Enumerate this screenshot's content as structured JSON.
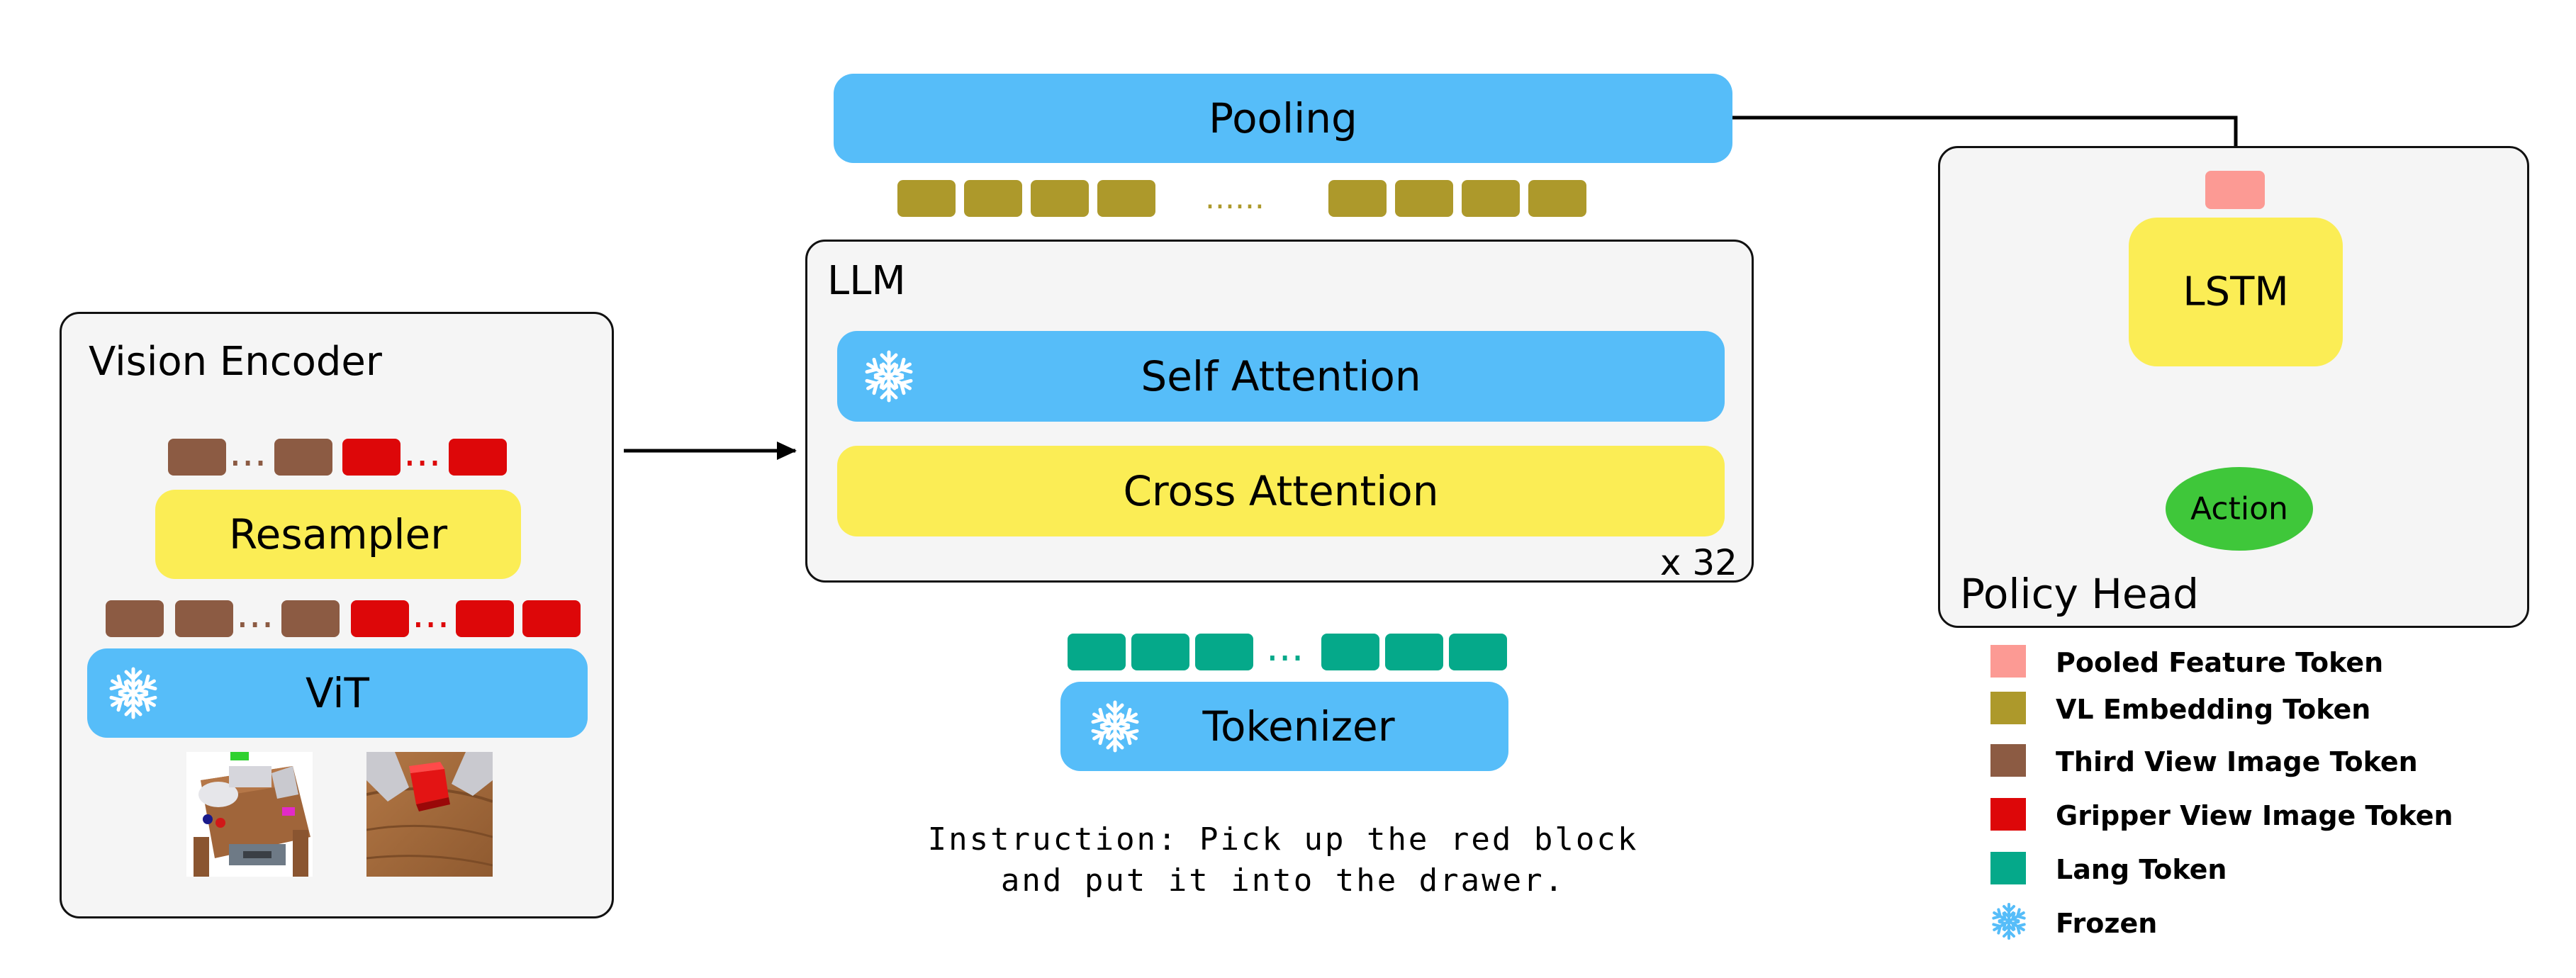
{
  "pooling": {
    "label": "Pooling"
  },
  "vl_tokens": {
    "ellipsis": "......"
  },
  "llm": {
    "title": "LLM",
    "self_attention": "Self Attention",
    "cross_attention": "Cross Attention",
    "repeat": "x 32"
  },
  "tokenizer": {
    "label": "Tokenizer",
    "ellipsis": "..."
  },
  "instruction": {
    "line1": "Instruction: Pick up the red block",
    "line2": "and put it into the drawer."
  },
  "vision_encoder": {
    "title": "Vision Encoder",
    "resampler": "Resampler",
    "vit": "ViT",
    "ellipsis": "..."
  },
  "policy_head": {
    "title": "Policy Head",
    "lstm": "LSTM",
    "action": "Action"
  },
  "legend": [
    {
      "label": "Pooled Feature Token",
      "color": "#fc9a94"
    },
    {
      "label": "VL Embedding Token",
      "color": "#ad992b"
    },
    {
      "label": "Third View Image Token",
      "color": "#8c5b43"
    },
    {
      "label": "Gripper View Image Token",
      "color": "#dd0709"
    },
    {
      "label": "Lang Token",
      "color": "#05a98a"
    },
    {
      "label": "Frozen",
      "icon": "snowflake-icon"
    }
  ],
  "colors": {
    "blue_module": "#56bdf9",
    "yellow_module": "#fbed55",
    "action_green": "#3fc73a",
    "panel_bg": "#f5f5f5"
  }
}
